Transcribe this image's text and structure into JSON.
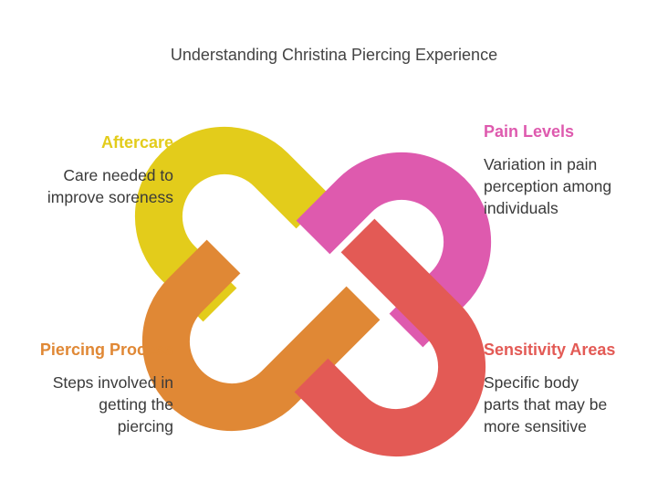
{
  "title": "Understanding Christina Piercing Experience",
  "colors": {
    "aftercare": "#E3CC1B",
    "pain_levels": "#DE5AAE",
    "piercing_process": "#E08835",
    "sensitivity_areas": "#E35A55"
  },
  "sections": {
    "aftercare": {
      "heading": "Aftercare",
      "description": [
        "Care needed to",
        "improve soreness"
      ]
    },
    "pain_levels": {
      "heading": "Pain Levels",
      "description": [
        "Variation in pain",
        "perception among",
        "individuals"
      ]
    },
    "piercing_process": {
      "heading": "Piercing Process",
      "description": [
        "Steps involved in",
        "getting the",
        "piercing"
      ]
    },
    "sensitivity_areas": {
      "heading": "Sensitivity Areas",
      "description": [
        "Specific body",
        "parts that may be",
        "more sensitive"
      ]
    }
  }
}
